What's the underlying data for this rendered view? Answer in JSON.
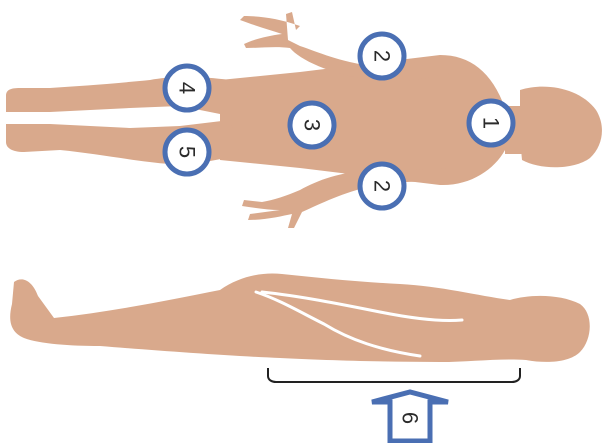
{
  "colors": {
    "skin": "#d9a98c",
    "marker_ring": "#4a6fb3",
    "marker_fill": "#ffffff",
    "bracket": "#222222"
  },
  "markers": [
    {
      "id": "m1",
      "label": "1",
      "region": "head"
    },
    {
      "id": "m2a",
      "label": "2",
      "region": "upper-arm-top"
    },
    {
      "id": "m2b",
      "label": "2",
      "region": "upper-arm-bottom"
    },
    {
      "id": "m3",
      "label": "3",
      "region": "pelvis"
    },
    {
      "id": "m4",
      "label": "4",
      "region": "upper-leg-knee"
    },
    {
      "id": "m5",
      "label": "5",
      "region": "lower-leg-knee"
    }
  ],
  "lateral_view": {
    "arrow_label": "6"
  }
}
